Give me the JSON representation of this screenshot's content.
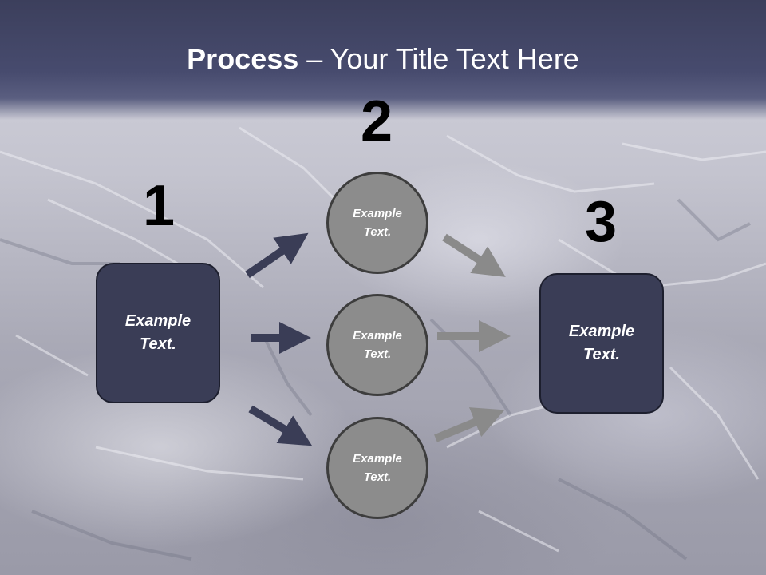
{
  "title": {
    "bold": "Process",
    "separator": " – ",
    "rest": "Your Title Text Here"
  },
  "steps": {
    "one": "1",
    "two": "2",
    "three": "3"
  },
  "boxes": {
    "left": "Example Text.",
    "right": "Example Text."
  },
  "circles": [
    "Example Text.",
    "Example Text.",
    "Example Text."
  ],
  "colors": {
    "header": "#474b6e",
    "box_fill": "#3a3d56",
    "circle_fill": "#8c8c8c",
    "arrow_dark": "#3a3d56",
    "arrow_gray": "#8a8a8a"
  }
}
